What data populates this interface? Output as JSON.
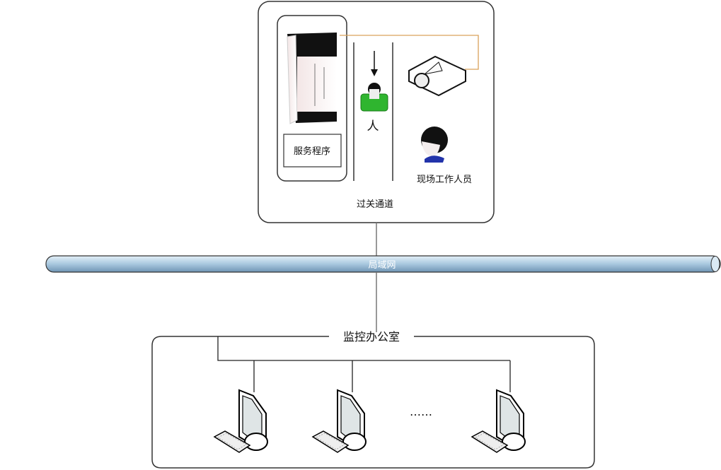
{
  "checkpoint": {
    "service_label": "服务程序",
    "person_label": "人",
    "staff_label": "现场工作人员",
    "channel_label": "过关通道"
  },
  "network": {
    "label": "局域网"
  },
  "office": {
    "label": "监控办公室",
    "ellipsis": "……"
  },
  "colors": {
    "pipe": "#b9d3e6",
    "cable": "#d9a25a",
    "person": "#2fb52f",
    "staff_shirt": "#2233aa"
  }
}
